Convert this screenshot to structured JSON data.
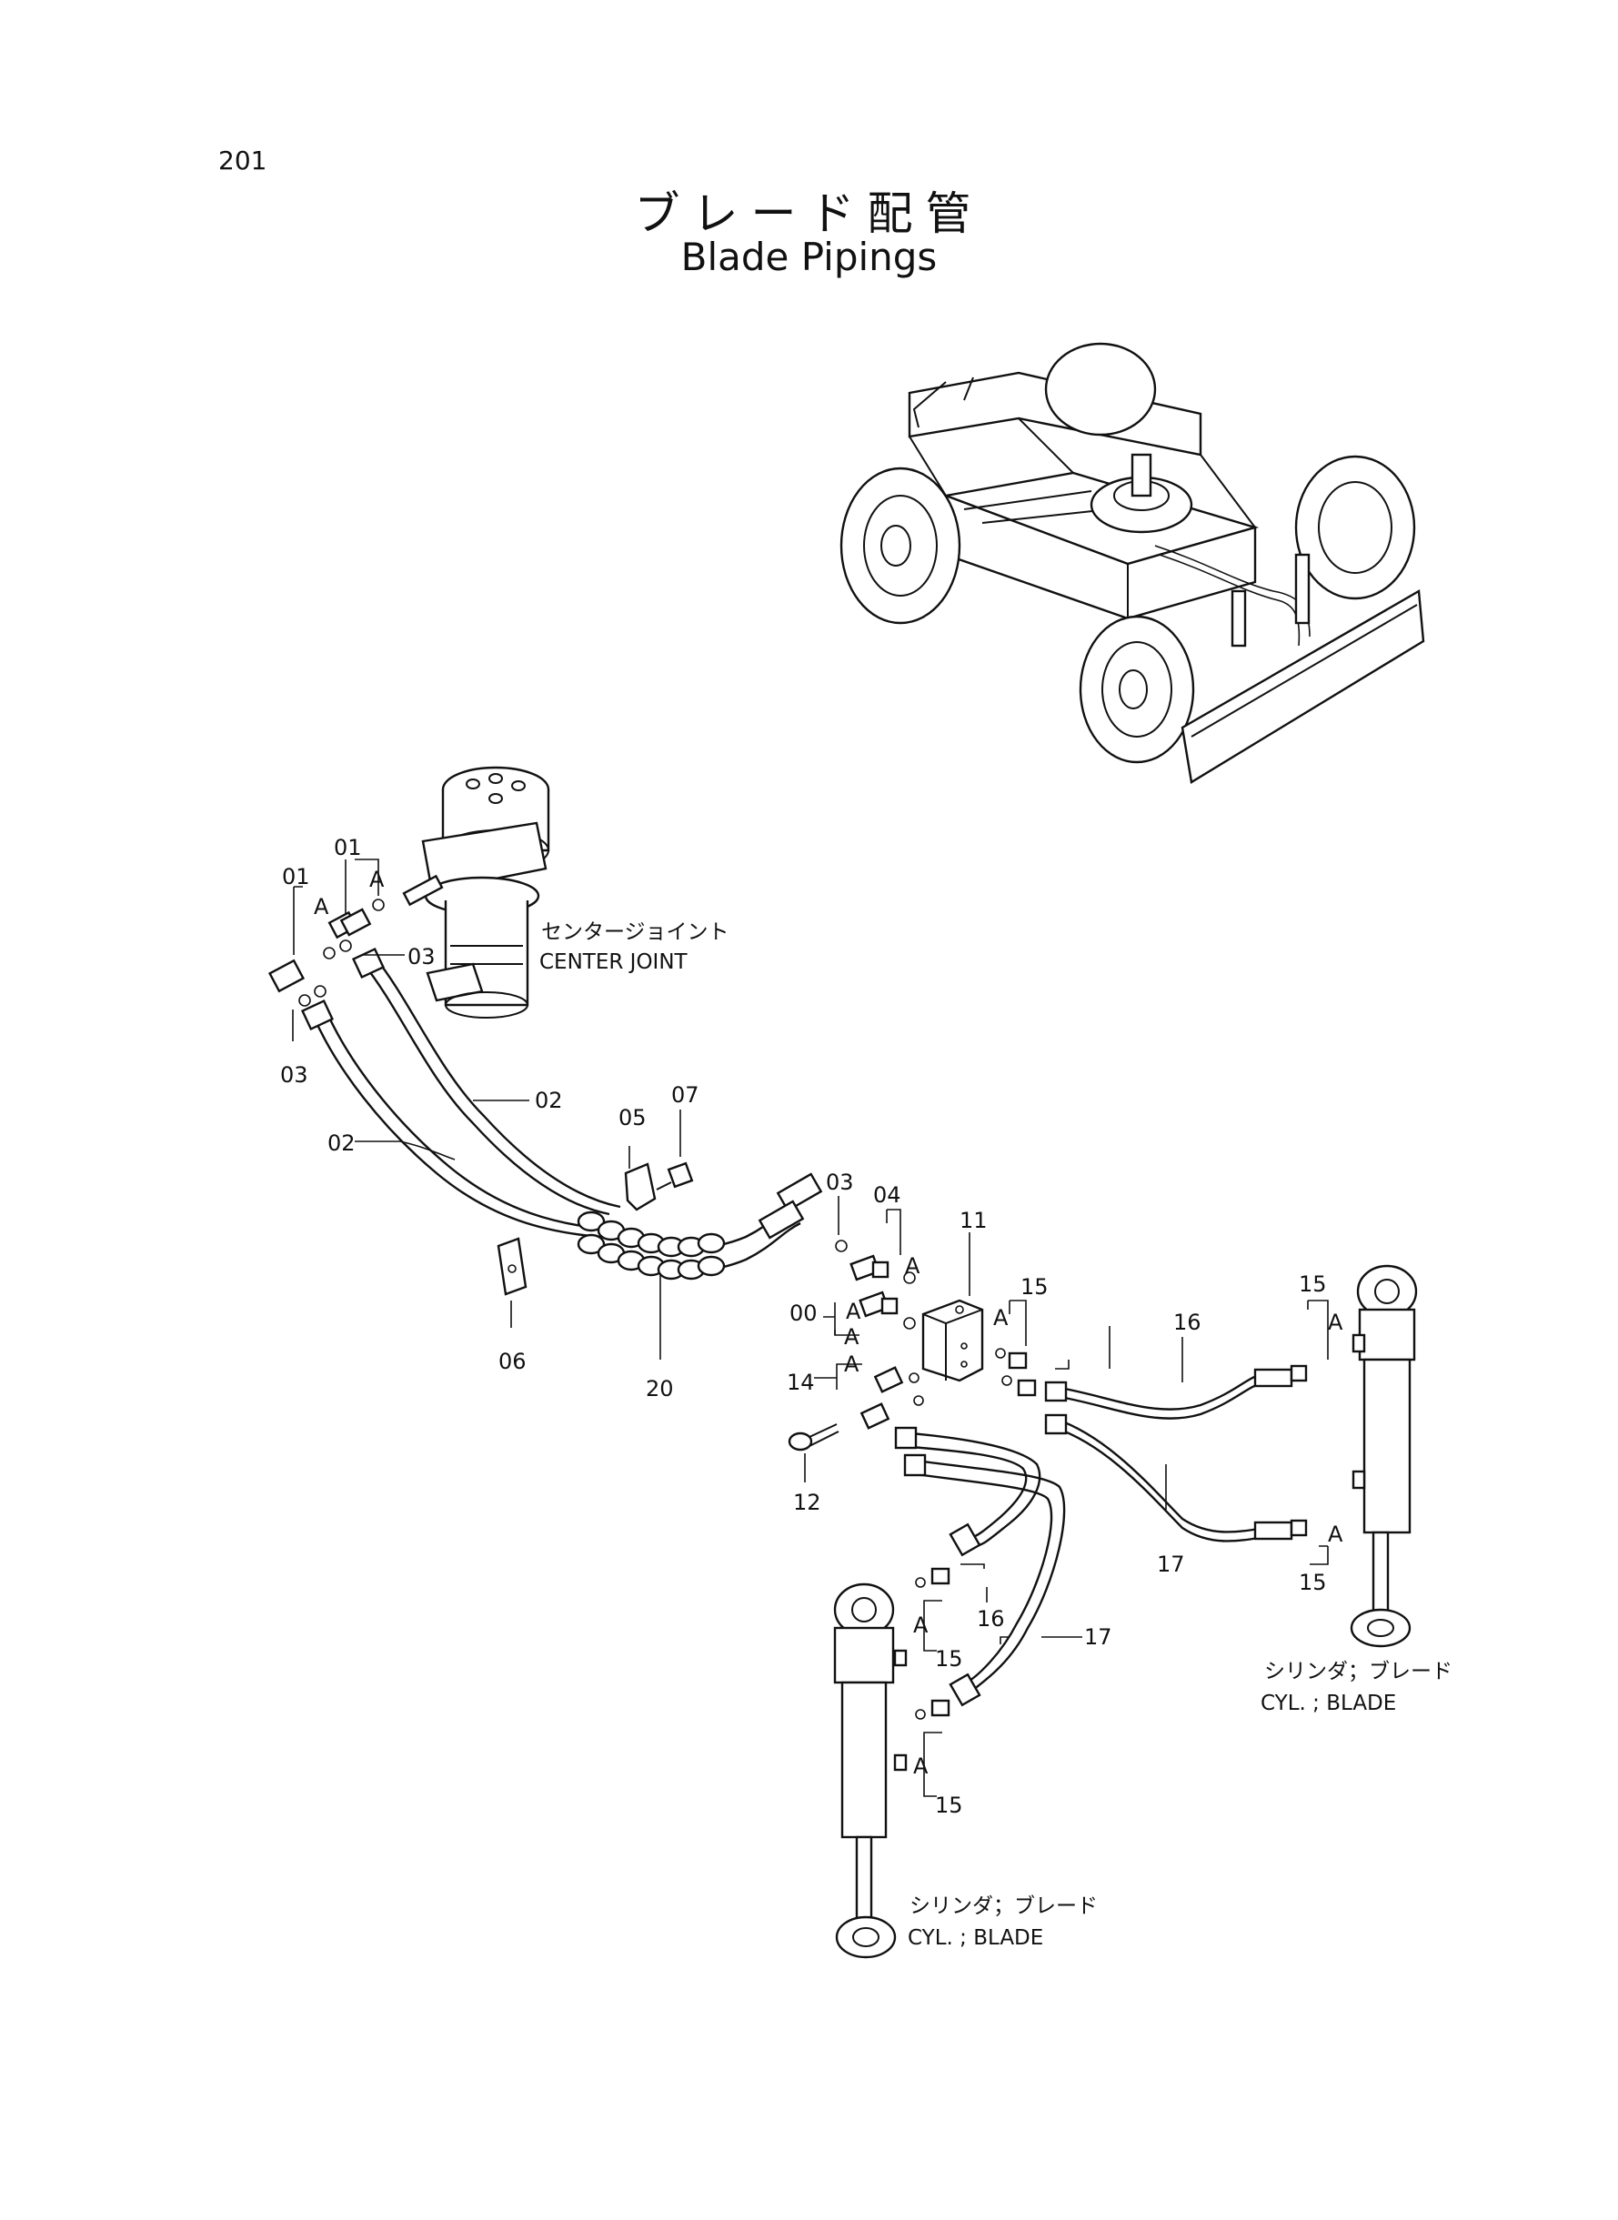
{
  "page_number": "201",
  "title_jp": "ブレード配管",
  "title_en": "Blade Pipings",
  "labels": {
    "center_joint_jp": "センタージョイント",
    "center_joint_en": "CENTER JOINT",
    "cyl_blade_jp": "シリンダ；ブレード",
    "cyl_blade_en": "CYL. ; BLADE"
  },
  "callouts": {
    "c01a": "01",
    "c01b": "01",
    "c03a": "03",
    "c03b": "03",
    "c03c": "03",
    "c02a": "02",
    "c02b": "02",
    "c04": "04",
    "c05": "05",
    "c06": "06",
    "c07": "07",
    "c00": "00",
    "c11": "11",
    "c12": "12",
    "c14": "14",
    "c15a": "15",
    "c15b": "15",
    "c15c": "15",
    "c15d": "15",
    "c15e": "15",
    "c16a": "16",
    "c16b": "16",
    "c17a": "17",
    "c17b": "17",
    "c20": "20",
    "sa1": "A",
    "sa2": "A",
    "sa3": "A",
    "sa4": "A",
    "sa5": "A",
    "sa6": "A",
    "sa7": "A",
    "sa8": "A",
    "sa9": "A",
    "sa10": "A",
    "sa11": "A"
  }
}
